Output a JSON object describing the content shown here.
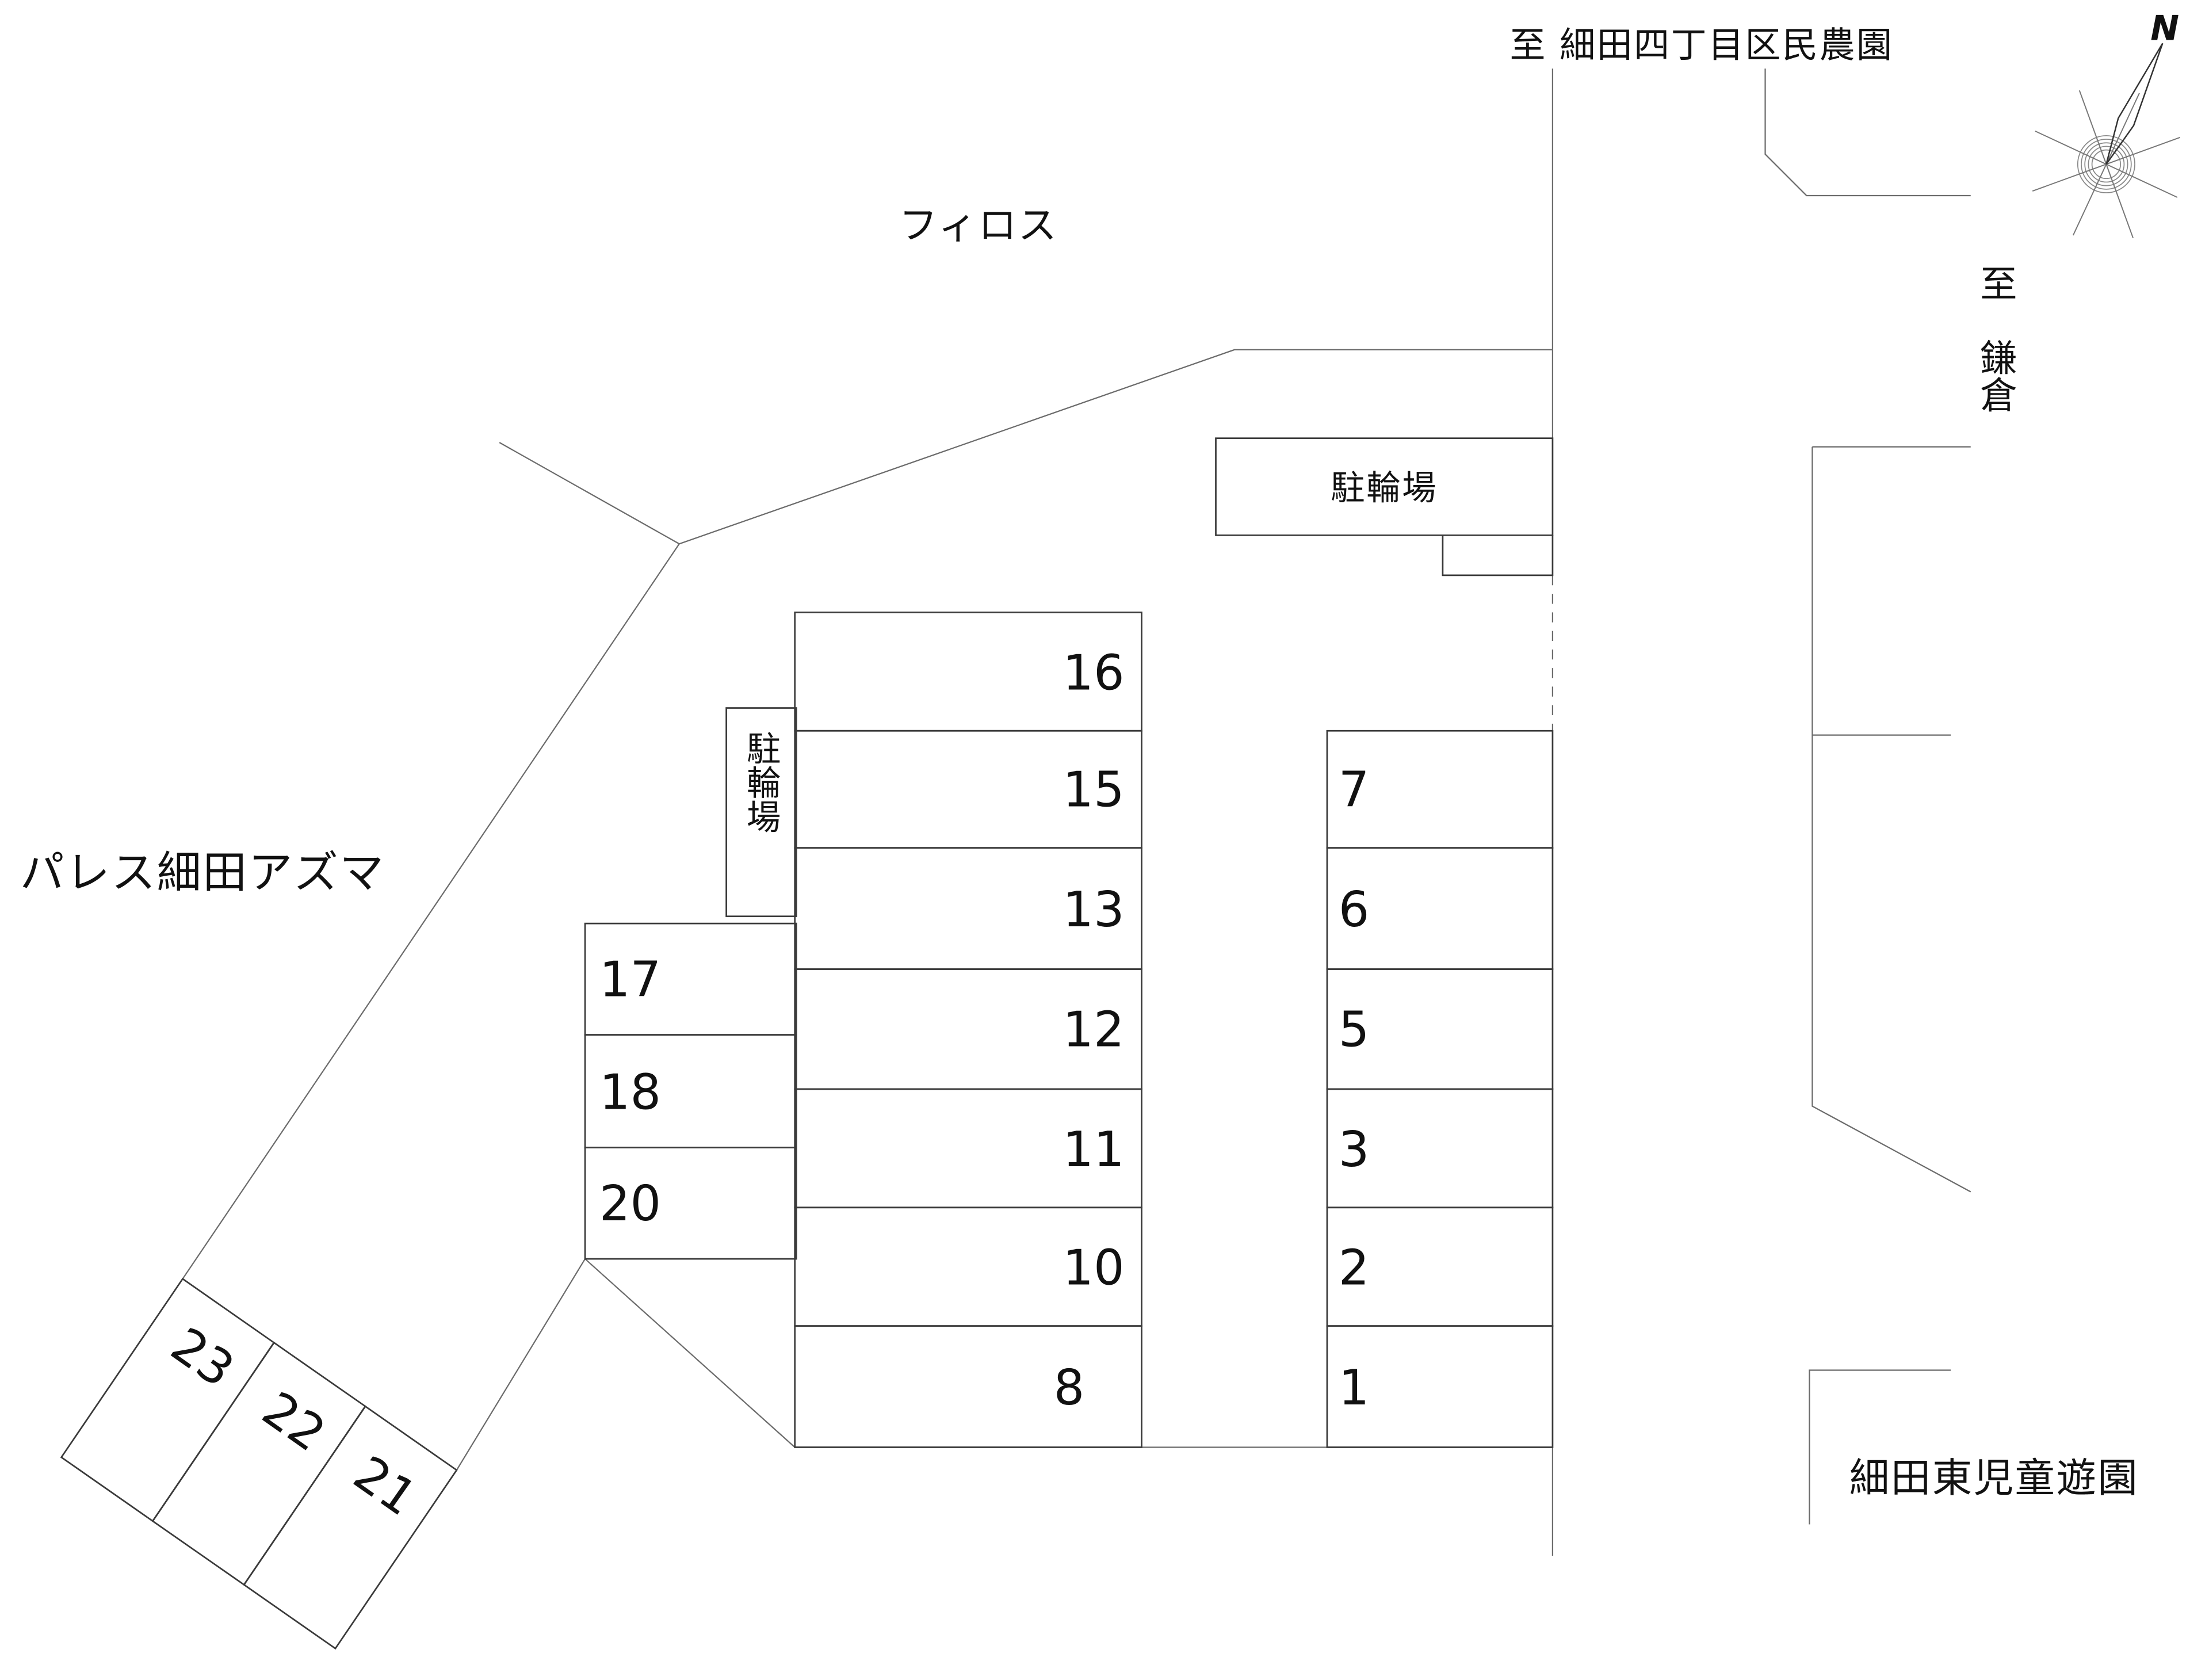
{
  "map": {
    "destinations": {
      "north_road": "至 細田四丁目区民農園",
      "east_road": "至　鎌倉"
    },
    "places": {
      "philos": "フィロス",
      "palace_hosoda_azuma": "パレス細田アズマ",
      "childrens_park": "細田東児童遊園"
    },
    "bicycle_parking_top": "駐輪場",
    "bicycle_parking_west": "駐輪場",
    "compass": {
      "north_label": "N"
    },
    "spaces": {
      "middle_column": [
        "16",
        "15",
        "13",
        "12",
        "11",
        "10",
        "8"
      ],
      "right_column": [
        "7",
        "6",
        "5",
        "3",
        "2",
        "1"
      ],
      "left_column": [
        "17",
        "18",
        "20"
      ],
      "diagonal_row": [
        "23",
        "22",
        "21"
      ]
    },
    "colors": {
      "line_dark": "#3a3a3a",
      "line_light": "#6b6b6b",
      "text": "#111111",
      "background": "#ffffff"
    }
  }
}
